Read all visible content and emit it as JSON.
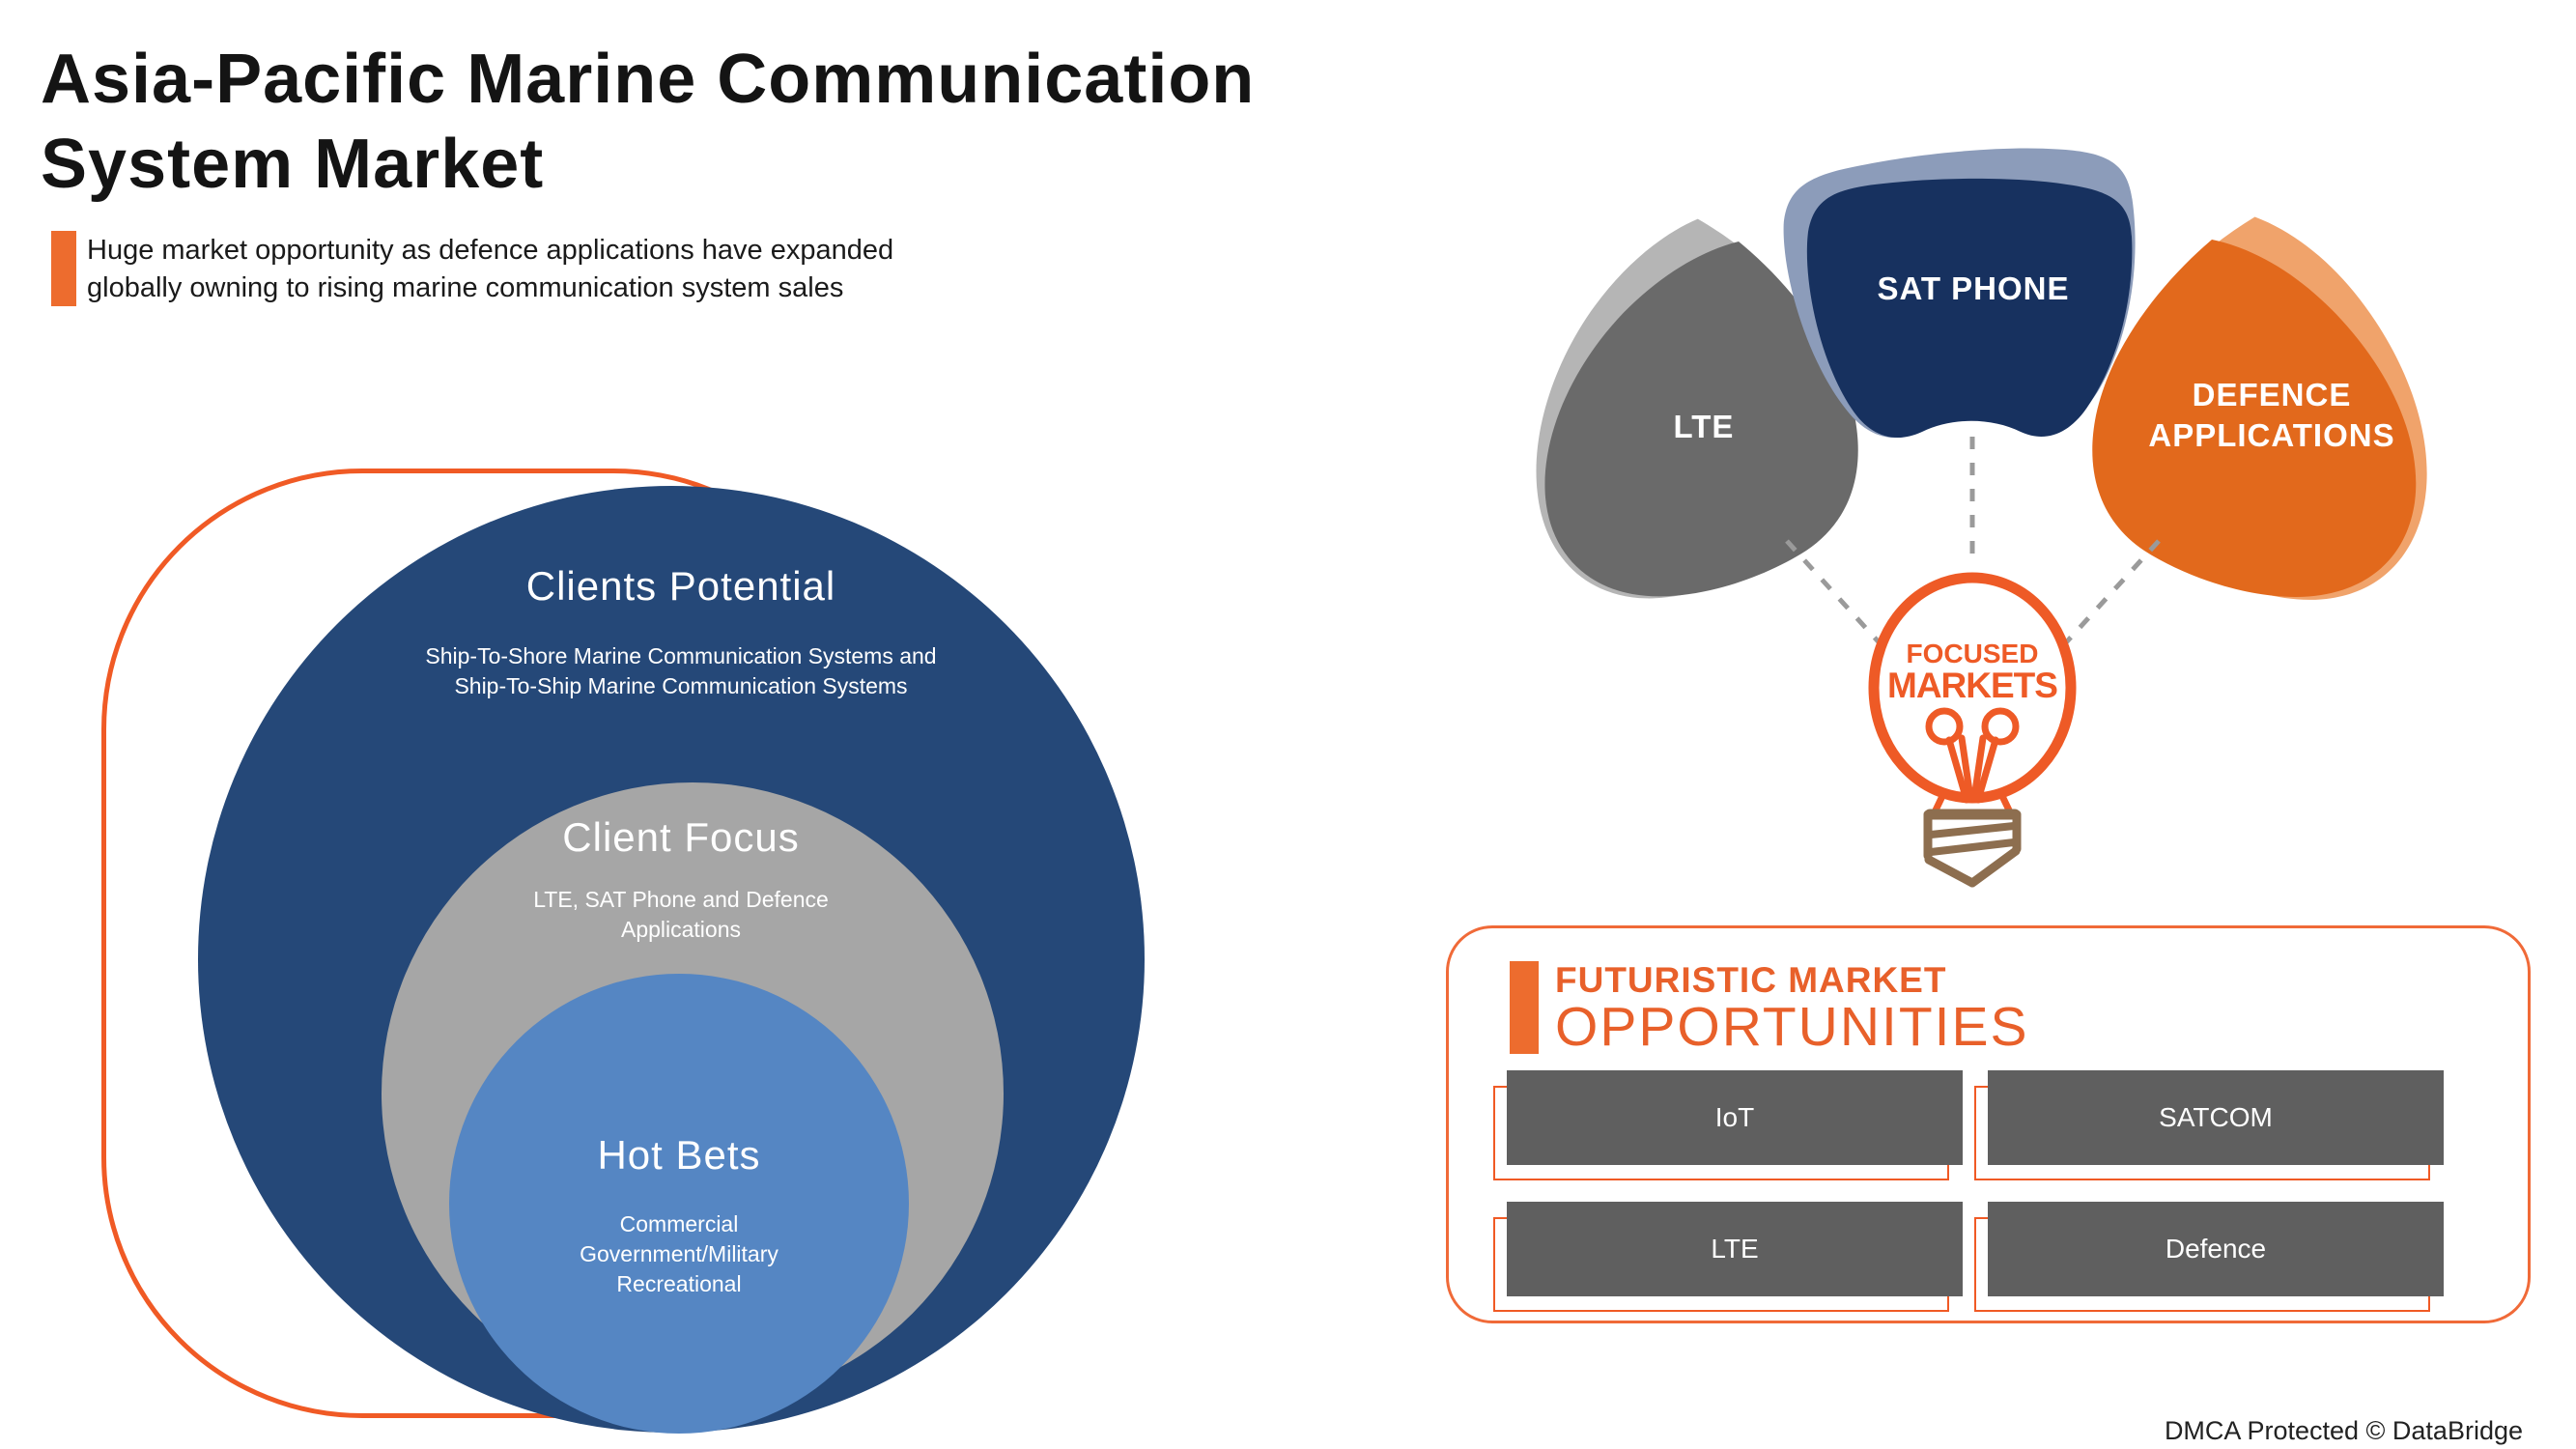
{
  "header": {
    "title_line1": "Asia-Pacific Marine Communication",
    "title_line2": "System Market",
    "subtitle_line1": "Huge market opportunity as defence applications have expanded",
    "subtitle_line2": "globally owning to rising marine communication system sales"
  },
  "venn": {
    "outer": {
      "title": "Clients Potential",
      "desc_line1": "Ship-To-Shore Marine Communication Systems and",
      "desc_line2": "Ship-To-Ship Marine Communication Systems",
      "color": "#254878"
    },
    "middle": {
      "title": "Client Focus",
      "desc_line1": "LTE, SAT Phone and Defence",
      "desc_line2": "Applications",
      "color": "#a6a6a6"
    },
    "inner": {
      "title": "Hot Bets",
      "desc_line1": "Commercial",
      "desc_line2": "Government/Military",
      "desc_line3": "Recreational",
      "color": "#5586c3"
    }
  },
  "cluster": {
    "lte_label": "LTE",
    "sat_label": "SAT PHONE",
    "defence_label_line1": "DEFENCE",
    "defence_label_line2": "APPLICATIONS",
    "bulb_line1": "FOCUSED",
    "bulb_line2": "MARKETS",
    "colors": {
      "lte": "#6a6a6a",
      "lte_shadow": "#b5b5b5",
      "sat": "#17315f",
      "sat_shadow": "#8c9cba",
      "defence": "#e2691c",
      "defence_shadow": "#f0a36b",
      "bulb_outline": "#ee5a26",
      "bulb_base": "#8d6e4f",
      "dashed_line": "#9a9a9a"
    }
  },
  "opportunities": {
    "title_line1": "FUTURISTIC MARKET",
    "title_line2": "OPPORTUNITIES",
    "items": [
      "IoT",
      "SATCOM",
      "LTE",
      "Defence"
    ],
    "box_color": "#5f5f5f",
    "border_color": "#f06a38"
  },
  "footer": {
    "dmca": "DMCA Protected © DataBridge"
  },
  "colors": {
    "accent_orange": "#f05a25",
    "text_dark": "#141414"
  }
}
